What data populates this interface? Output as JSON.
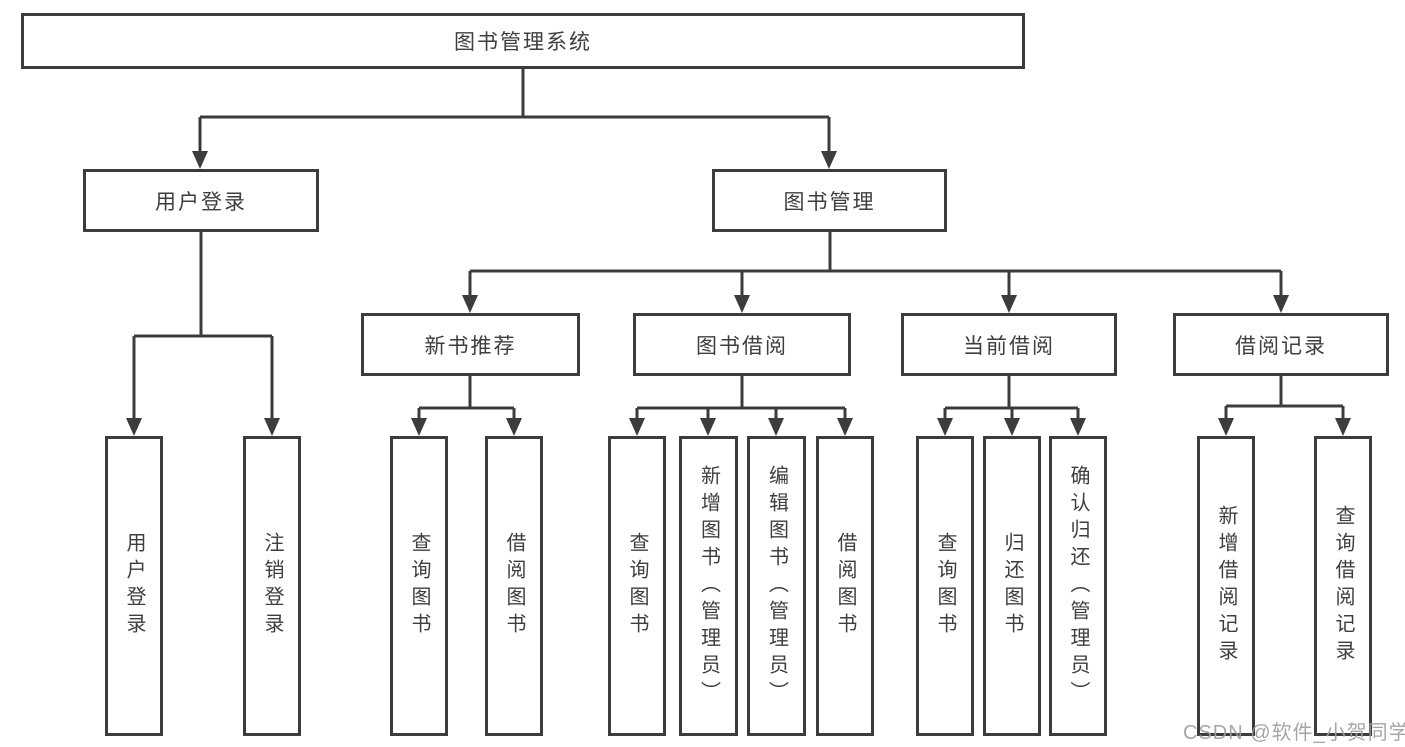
{
  "diagram": {
    "type": "hierarchy-tree",
    "root": {
      "label": "图书管理系统"
    },
    "user_login": {
      "label": "用户登录",
      "children": [
        {
          "label": "用户登录"
        },
        {
          "label": "注销登录"
        }
      ]
    },
    "book_mgmt": {
      "label": "图书管理",
      "new_book_rec": {
        "label": "新书推荐",
        "children": [
          {
            "label": "查询图书"
          },
          {
            "label": "借阅图书"
          }
        ]
      },
      "book_borrow": {
        "label": "图书借阅",
        "children": [
          {
            "label": "查询图书"
          },
          {
            "label": "新增图书（管理员）"
          },
          {
            "label": "编辑图书（管理员）"
          },
          {
            "label": "借阅图书"
          }
        ]
      },
      "current_borrow": {
        "label": "当前借阅",
        "children": [
          {
            "label": "查询图书"
          },
          {
            "label": "归还图书"
          },
          {
            "label": "确认归还（管理员）"
          }
        ]
      },
      "borrow_records": {
        "label": "借阅记录",
        "children": [
          {
            "label": "新增借阅记录"
          },
          {
            "label": "查询借阅记录"
          }
        ]
      }
    }
  },
  "watermark": {
    "text": "CSDN @软件_小贺同学"
  },
  "colors": {
    "line": "#3c3c3c",
    "box_border": "#3c3c3c",
    "text": "#3e3e3e",
    "watermark": "#9e9e9e",
    "background": "#ffffff"
  }
}
